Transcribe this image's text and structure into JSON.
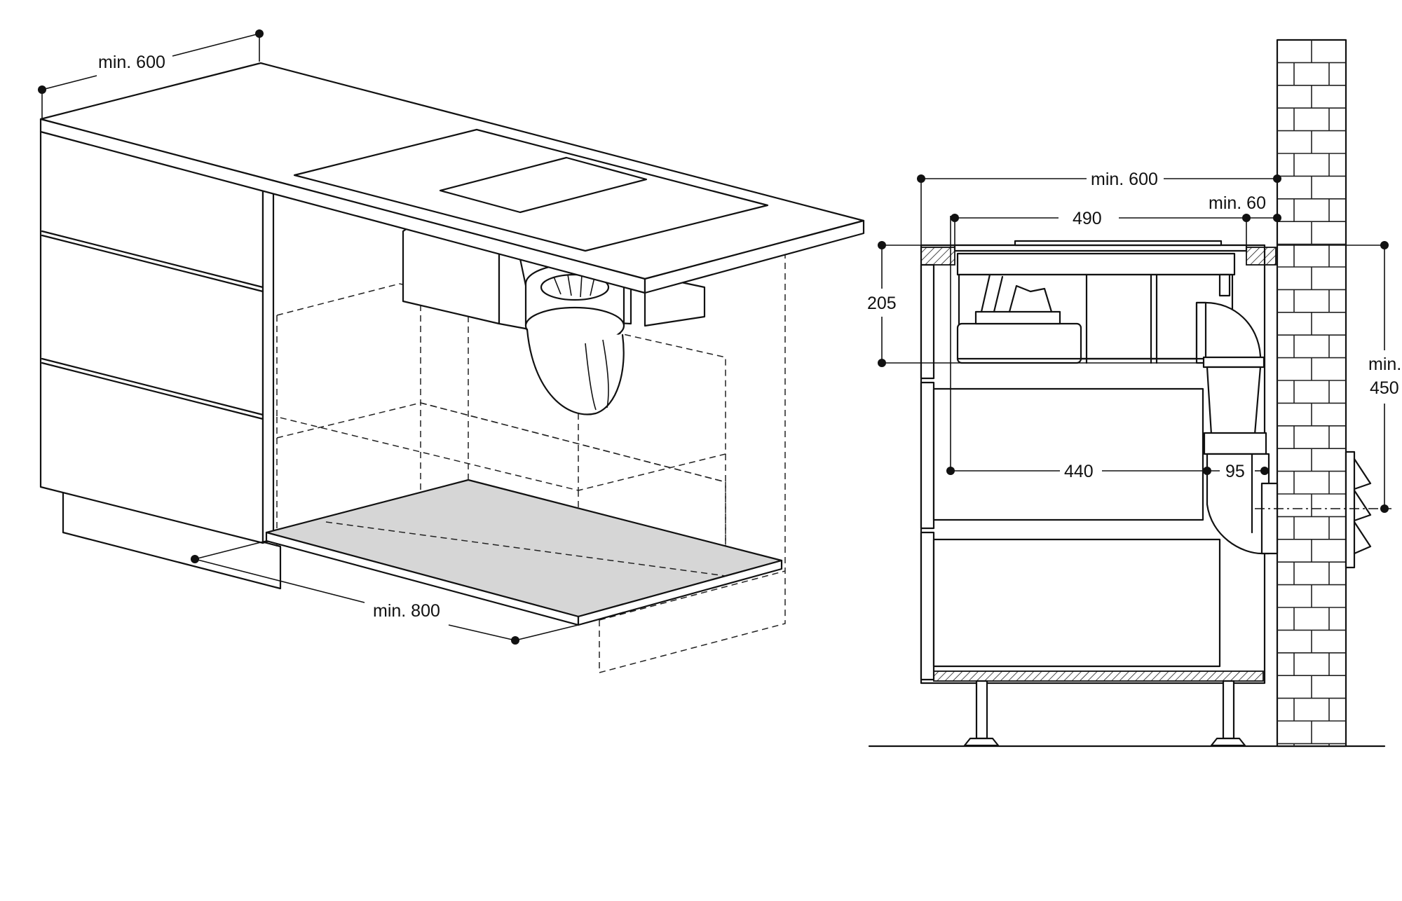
{
  "left_view": {
    "dimensions": {
      "depth_label": "min. 600",
      "width_label": "min. 800"
    }
  },
  "right_view": {
    "dimensions": {
      "depth_label": "min. 600",
      "hob_depth_label": "490",
      "wall_gap_label": "min. 60",
      "height_label": "205",
      "unit_depth_label": "440",
      "duct_label": "95",
      "vent_height_label_1": "min.",
      "vent_height_label_2": "450"
    }
  },
  "colors": {
    "line": "#111111",
    "floor_plate": "#d6d6d6",
    "background": "#ffffff"
  }
}
